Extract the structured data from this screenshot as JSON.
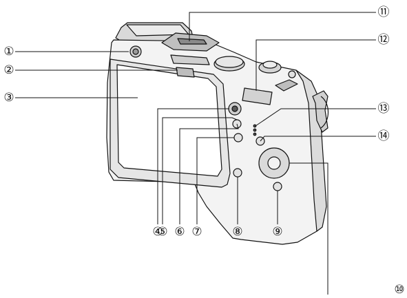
{
  "callouts": [
    {
      "id": "1",
      "label": "①"
    },
    {
      "id": "2",
      "label": "②"
    },
    {
      "id": "3",
      "label": "③"
    },
    {
      "id": "4",
      "label": "④"
    },
    {
      "id": "5",
      "label": "⑤"
    },
    {
      "id": "6",
      "label": "⑥"
    },
    {
      "id": "7",
      "label": "⑦"
    },
    {
      "id": "8",
      "label": "⑧"
    },
    {
      "id": "9",
      "label": "⑨"
    },
    {
      "id": "10",
      "label": "⑩"
    },
    {
      "id": "11",
      "label": "⑪"
    },
    {
      "id": "12",
      "label": "⑫"
    },
    {
      "id": "13",
      "label": "⑬"
    },
    {
      "id": "14",
      "label": "⑭"
    }
  ]
}
